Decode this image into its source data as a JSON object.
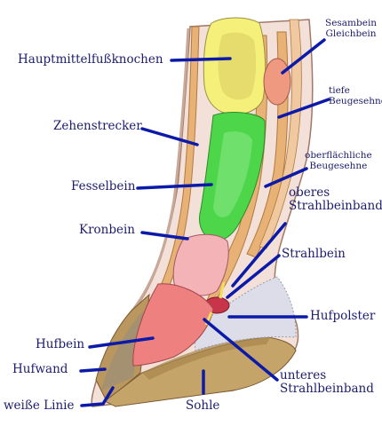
{
  "labels": {
    "hauptmittelfussknochen": "Hauptmittelfußknochen",
    "zehenstrecker": "Zehenstrecker",
    "fesselbein": "Fesselbein",
    "kronbein": "Kronbein",
    "hufbein": "Hufbein",
    "hufwand": "Hufwand",
    "weisse_linie": "weiße Linie",
    "sohle": "Sohle",
    "sesambein_line1": "Sesambein",
    "sesambein_line2": "Gleichbein",
    "tiefe_line1": "tiefe",
    "tiefe_line2": "Beugesehne",
    "oberflaechliche_line1": "oberflächliche",
    "oberflaechliche_line2": "Beugesehne",
    "oberes_line1": "oberes",
    "oberes_line2": "Strahlbeinband",
    "strahlbein": "Strahlbein",
    "hufpolster": "Hufpolster",
    "unteres_line1": "unteres",
    "unteres_line2": "Strahlbeinband"
  },
  "colors": {
    "leader_line": "#0b1aa8",
    "label_text": "#1c1c6e",
    "cannon_bone": "#f4f07a",
    "pastern_bone": "#4ed64a",
    "coffin_bone": "#ef8080",
    "tendon": "#e8b176",
    "hoof_wall": "#b9975f",
    "digital_cushion": "#dcdde8"
  }
}
